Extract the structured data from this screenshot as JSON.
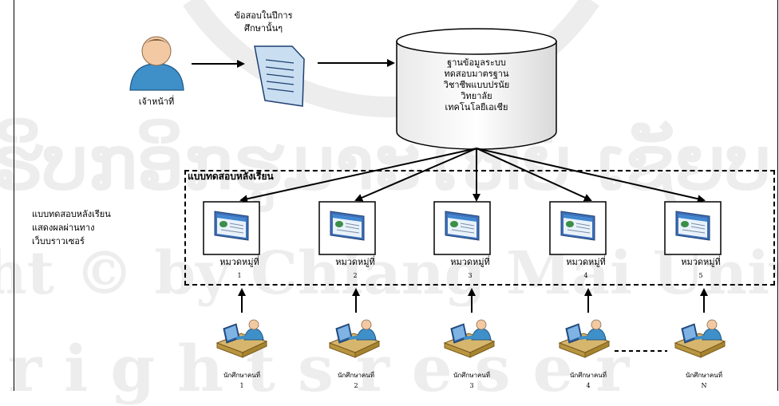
{
  "watermark": {
    "line1": "ຮິບກອິກຮູມາະໃຫຍ່ ເຊັຍບ",
    "line2": "ht © by Chiang Mai Univ",
    "line3": "r i g h t s   r e s e r"
  },
  "diagram": {
    "staff_label": "เจ้าหน้าที่",
    "doc_label_1": "ข้อสอบในปีการ",
    "doc_label_2": "ศึกษานั้นๆ",
    "db_lines": [
      "ฐานข้อมูลระบบ",
      "ทดสอบมาตรฐาน",
      "วิชาชีพแบบปรนัย",
      "วิทยาลัย",
      "เทคโนโลยีเอเชีย"
    ],
    "test_group_label": "แบบทดสอบหลังเรียน",
    "side_note_lines": [
      "แบบทดสอบหลังเรียน",
      "แสดงผลผ่านทาง",
      "เว็บบราวเซอร์"
    ],
    "categories": [
      {
        "label": "หมวดหมู่ที่",
        "num": "1"
      },
      {
        "label": "หมวดหมู่ที่",
        "num": "2"
      },
      {
        "label": "หมวดหมู่ที่",
        "num": "3"
      },
      {
        "label": "หมวดหมู่ที่",
        "num": "4"
      },
      {
        "label": "หมวดหมู่ที่",
        "num": "5"
      }
    ],
    "students": [
      {
        "label": "นักศึกษาคนที่",
        "num": "1"
      },
      {
        "label": "นักศึกษาคนที่",
        "num": "2"
      },
      {
        "label": "นักศึกษาคนที่",
        "num": "3"
      },
      {
        "label": "นักศึกษาคนที่",
        "num": "4"
      },
      {
        "label": "นักศึกษาคนที่",
        "num": "N"
      }
    ],
    "colors": {
      "person_blue": "#3f8fc9",
      "skin": "#f3c9a3",
      "doc_blue": "#c9dff1",
      "screen_blue": "#4a7fc4",
      "desk": "#d6b56d"
    }
  }
}
